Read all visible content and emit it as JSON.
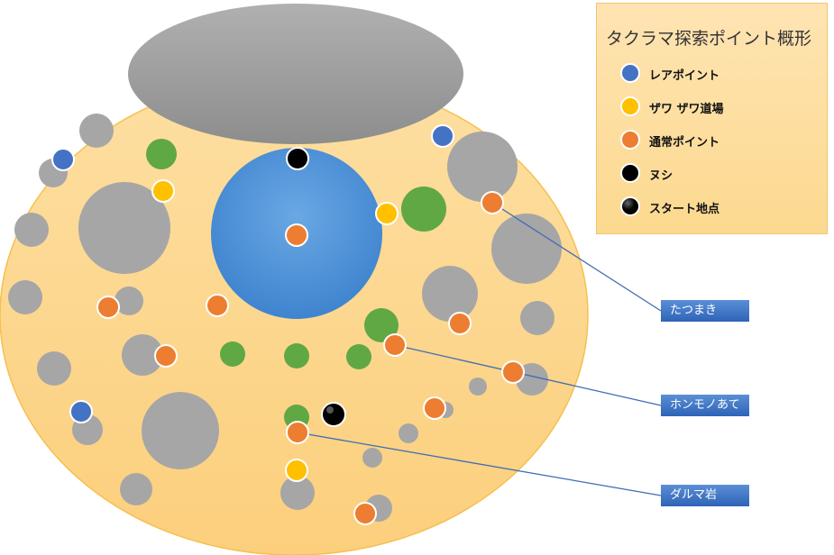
{
  "legend": {
    "title": "タクラマ探索ポイント概形",
    "items": [
      {
        "label": "レアポイント",
        "color": "#4472c4"
      },
      {
        "label": "ザワ ザワ道場",
        "color": "#ffc000"
      },
      {
        "label": "通常ポイント",
        "color": "#ed7d31"
      },
      {
        "label": "ヌシ",
        "color": "#000000"
      },
      {
        "label": "スタート地点",
        "color": "#000000"
      }
    ]
  },
  "callouts": {
    "tatsumaki": "たつまき",
    "honmonoate": "ホンモノあて",
    "daruma_iwa": "ダルマ岩"
  },
  "colors": {
    "field": "#fdd68e",
    "field_border": "#f5c04f",
    "rock": "#a6a6a6",
    "bush": "#5fa844",
    "pond": "#4a8ed4",
    "mountain": "#9e9e9e",
    "line": "#3e6cb4"
  }
}
